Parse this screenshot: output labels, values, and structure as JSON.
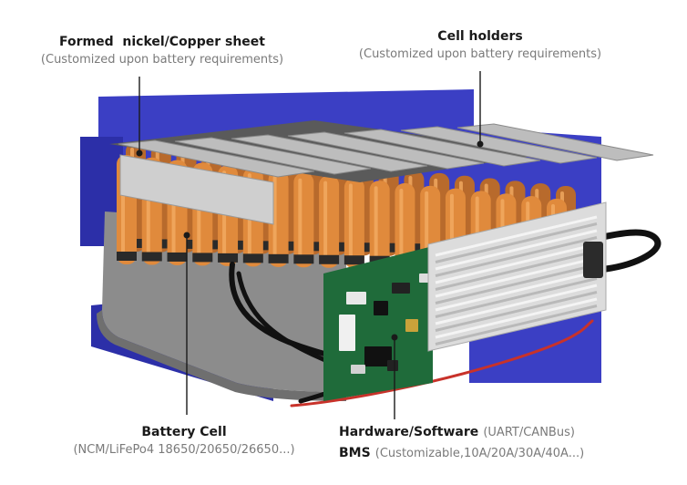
{
  "callouts": {
    "nickel_sheet": {
      "title": "Formed  nickel/Copper sheet",
      "subtitle": "(Customized upon battery requirements)"
    },
    "cell_holders": {
      "title": "Cell holders",
      "subtitle": "(Customized upon battery requirements)"
    },
    "battery_cell": {
      "title": "Battery Cell",
      "subtitle": "(NCM/LiFePo4 18650/20650/26650...)"
    },
    "bms": {
      "line1_title": "Hardware/Software",
      "line1_detail": "(UART/CANBus)",
      "line2_title": "BMS",
      "line2_detail": "(Customizable,10A/20A/30A/40A...)"
    }
  },
  "colors": {
    "blue_plate": "#3b3fc4",
    "blue_plate_dark": "#2c2fa8",
    "cell_orange": "#e08a3c",
    "cell_orange_light": "#f2ab63",
    "nickel": "#bdbdbd",
    "tray": "#8c8c8c",
    "pcb_green": "#1f6b3a",
    "heatsink": "#dcdcdc",
    "callout_line": "#1a1a1a"
  },
  "cells": {
    "rows": 2,
    "columns": 18
  }
}
